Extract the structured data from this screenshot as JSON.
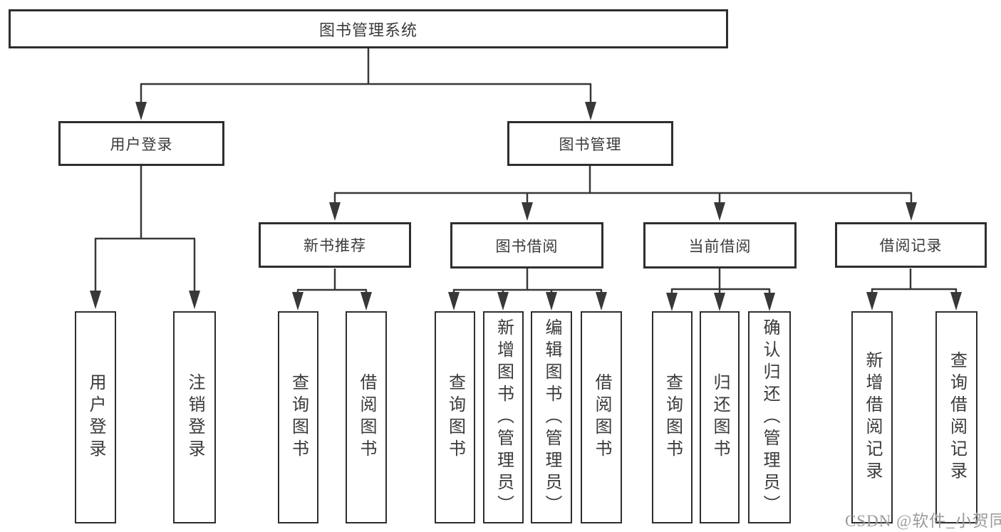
{
  "nodes": {
    "root": {
      "label": "图书管理系统"
    },
    "level2": [
      {
        "label": "用户登录"
      },
      {
        "label": "图书管理"
      }
    ],
    "level3": [
      {
        "label": "新书推荐"
      },
      {
        "label": "图书借阅"
      },
      {
        "label": "当前借阅"
      },
      {
        "label": "借阅记录"
      }
    ],
    "leaves": [
      {
        "label": "用户登录"
      },
      {
        "label": "注销登录"
      },
      {
        "label": "查询图书"
      },
      {
        "label": "借阅图书"
      },
      {
        "label": "查询图书"
      },
      {
        "label": "新增图书（管理员）"
      },
      {
        "label": "编辑图书（管理员）"
      },
      {
        "label": "借阅图书"
      },
      {
        "label": "查询图书"
      },
      {
        "label": "归还图书"
      },
      {
        "label": "确认归还（管理员）"
      },
      {
        "label": "新增借阅记录"
      },
      {
        "label": "查询借阅记录"
      }
    ]
  },
  "watermark": {
    "text": "CSDN @软件_小贺同学",
    "color": "#9b9b9b"
  },
  "colors": {
    "line": "#383838",
    "box_border": "#2e2e2e",
    "text": "#3a3a3a",
    "background": "#ffffff"
  }
}
